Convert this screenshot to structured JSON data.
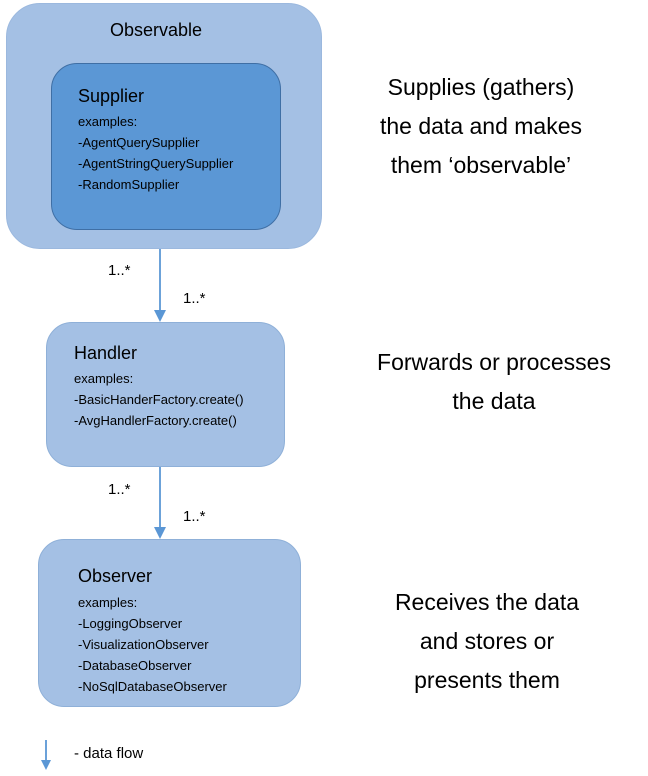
{
  "observable": {
    "title": "Observable",
    "supplier": {
      "title": "Supplier",
      "examples_label": "examples:",
      "examples": [
        "-AgentQuerySupplier",
        "-AgentStringQuerySupplier",
        "-RandomSupplier"
      ]
    },
    "description": [
      "Supplies (gathers)",
      "the data and makes",
      "them ‘observable’"
    ]
  },
  "handler": {
    "title": "Handler",
    "examples_label": "examples:",
    "examples": [
      "-BasicHanderFactory.create()",
      "-AvgHandlerFactory.create()"
    ],
    "description": [
      "Forwards or processes",
      "the data"
    ]
  },
  "observer": {
    "title": "Observer",
    "examples_label": "examples:",
    "examples": [
      "-LoggingObserver",
      "-VisualizationObserver",
      "-DatabaseObserver",
      "-NoSqlDatabaseObserver"
    ],
    "description": [
      "Receives the data",
      "and stores or",
      "presents them"
    ]
  },
  "multiplicities": {
    "observable_to_handler_source": "1..*",
    "observable_to_handler_target": "1..*",
    "handler_to_observer_source": "1..*",
    "handler_to_observer_target": "1..*"
  },
  "legend": {
    "label": "- data flow"
  },
  "colors": {
    "outer_box": "#a4c0e4",
    "inner_box": "#5b97d5",
    "arrow": "#5b97d5"
  }
}
